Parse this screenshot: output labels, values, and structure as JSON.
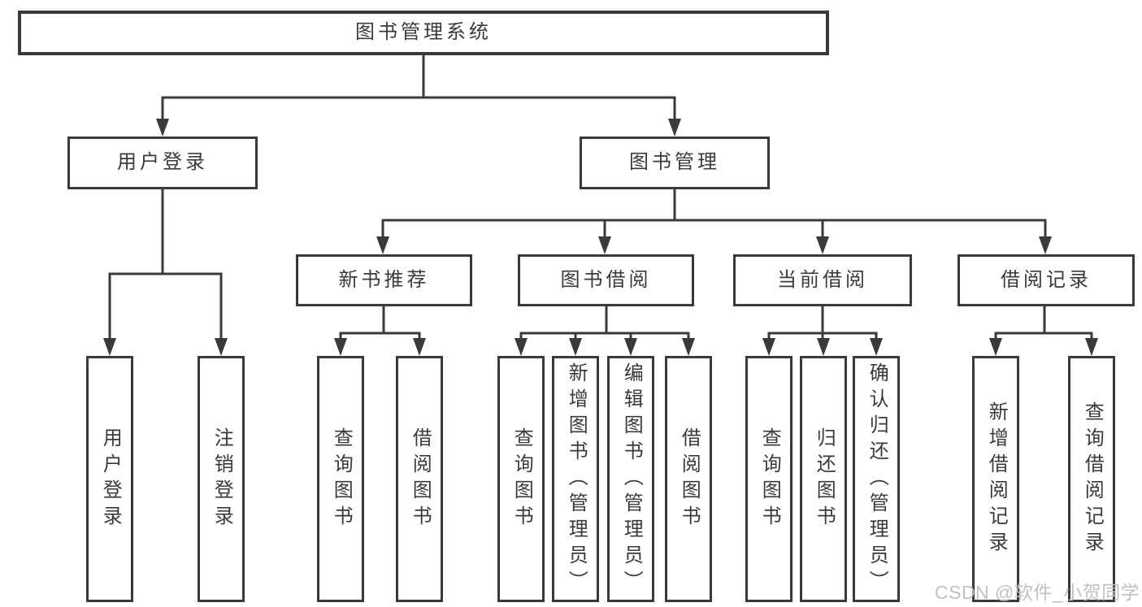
{
  "diagram_title": "图书管理系统",
  "watermark": "CSDN @软件_小贺同学",
  "colors": {
    "line": "#3a3a3a",
    "box_border": "#3a3a3a",
    "text": "#3a3a3a",
    "watermark": "#bebebe",
    "background": "#ffffff"
  },
  "nodes": {
    "root": {
      "label": "图书管理系统"
    },
    "user_login": {
      "label": "用户登录"
    },
    "book_management": {
      "label": "图书管理"
    },
    "new_book_recommend": {
      "label": "新书推荐"
    },
    "book_borrowing": {
      "label": "图书借阅"
    },
    "current_borrowing": {
      "label": "当前借阅"
    },
    "borrowing_records": {
      "label": "借阅记录"
    },
    "leaves": {
      "user_login": {
        "label": "用户登录"
      },
      "logout": {
        "label": "注销登录"
      },
      "query_books_recommend": {
        "label": "查询图书"
      },
      "borrow_books_recommend": {
        "label": "借阅图书"
      },
      "query_books_borrowing": {
        "label": "查询图书"
      },
      "add_books_admin": {
        "label": "新增图书（管理员）"
      },
      "edit_books_admin": {
        "label": "编辑图书（管理员）"
      },
      "borrow_books_borrowing": {
        "label": "借阅图书"
      },
      "query_books_current": {
        "label": "查询图书"
      },
      "return_books": {
        "label": "归还图书"
      },
      "confirm_return_admin": {
        "label": "确认归还（管理员）"
      },
      "add_borrow_record": {
        "label": "新增借阅记录"
      },
      "query_borrow_record": {
        "label": "查询借阅记录"
      }
    }
  }
}
